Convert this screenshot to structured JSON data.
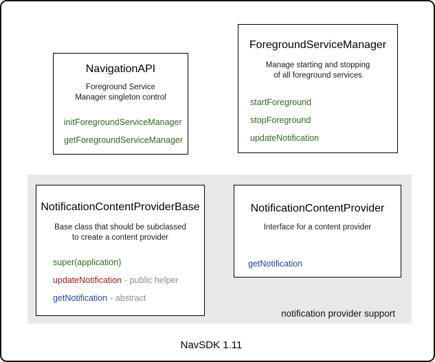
{
  "colors": {
    "method_green": "#2e6b1e",
    "method_red": "#ab1a1a",
    "method_blue": "#1b4596",
    "annotation_gray": "#8c8c8c",
    "group_background": "#e8e8e8",
    "box_border": "#000000"
  },
  "boxes": {
    "navigation_api": {
      "title": "NavigationAPI",
      "subtitle_lines": [
        "Foreground Service",
        "Manager singleton control"
      ],
      "methods": [
        {
          "label": "initForegroundServiceManager"
        },
        {
          "label": "getForegroundServiceManager"
        }
      ]
    },
    "foreground_service_manager": {
      "title": "ForegroundServiceManager",
      "subtitle_lines": [
        "Manage starting and stopping",
        "of all foreground services"
      ],
      "methods": [
        {
          "label": "startForeground"
        },
        {
          "label": "stopForeground"
        },
        {
          "label": "updateNotification"
        }
      ]
    },
    "notification_content_provider_base": {
      "title": "NotificationContentProviderBase",
      "subtitle_lines": [
        "Base class that should be subclassed",
        "to create a content provider"
      ],
      "methods": [
        {
          "label": "super(application)",
          "annotation": ""
        },
        {
          "label": "updateNotification",
          "annotation": "- public helper"
        },
        {
          "label": "getNotification",
          "annotation": "- abstract"
        }
      ]
    },
    "notification_content_provider": {
      "title": "NotificationContentProvider",
      "subtitle_lines": [
        "Interface for a content provider"
      ],
      "methods": [
        {
          "label": "getNotification"
        }
      ]
    }
  },
  "group_label": "notification provider support",
  "caption": "NavSDK 1.11"
}
